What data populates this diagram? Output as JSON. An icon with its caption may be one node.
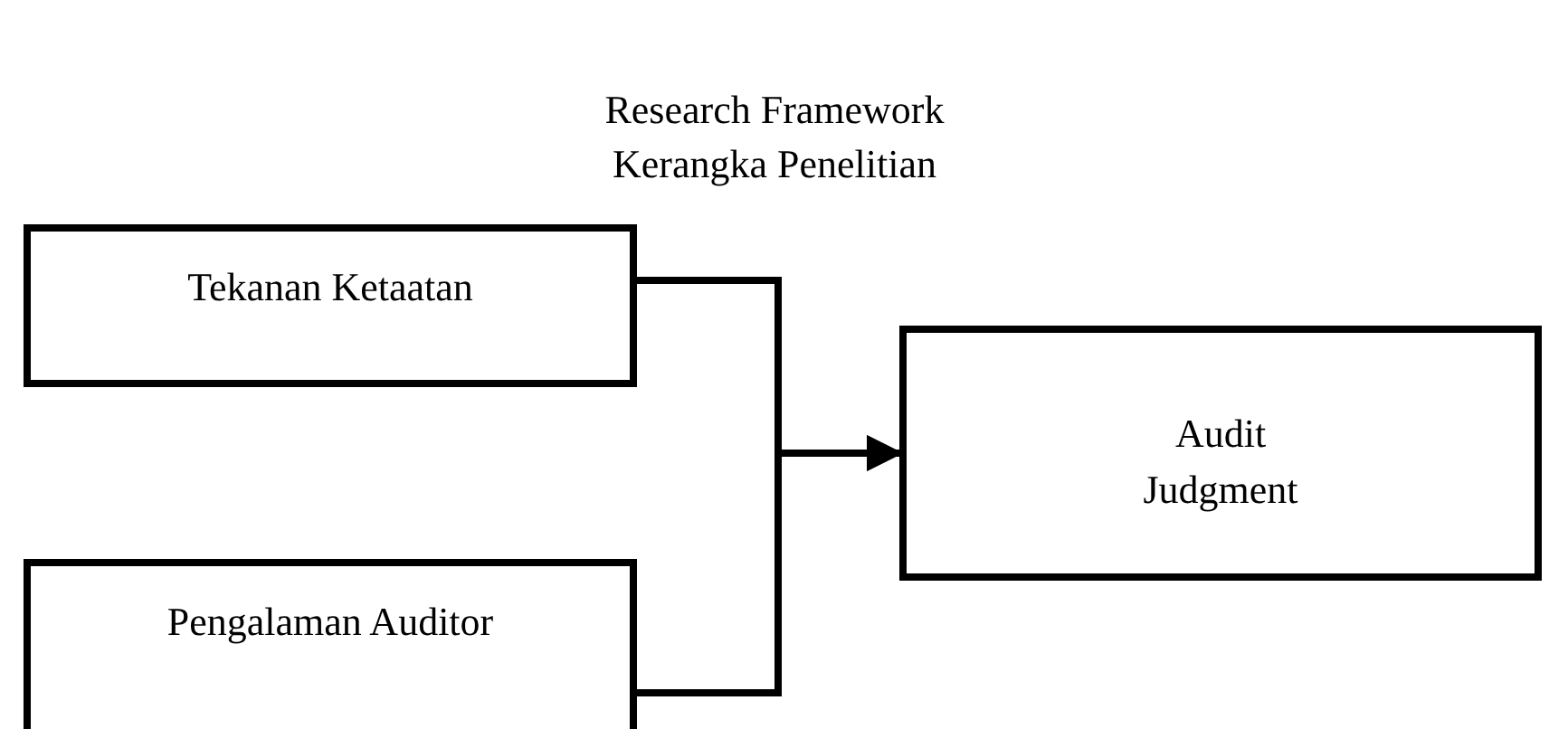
{
  "diagram": {
    "title": "Research Framework",
    "labels": [
      "Kerangka Penelitian"
    ],
    "nodes": [
      {
        "text": [
          "Tekanan Ketaatan"
        ]
      },
      {
        "text": [
          "Pengalaman Auditor"
        ]
      },
      {
        "text": [
          "Audit Judgment"
        ]
      }
    ],
    "edges": [
      {
        "from": 0,
        "to": 2,
        "arrow": "to"
      },
      {
        "from": 1,
        "to": 2,
        "arrow": "to"
      }
    ]
  }
}
